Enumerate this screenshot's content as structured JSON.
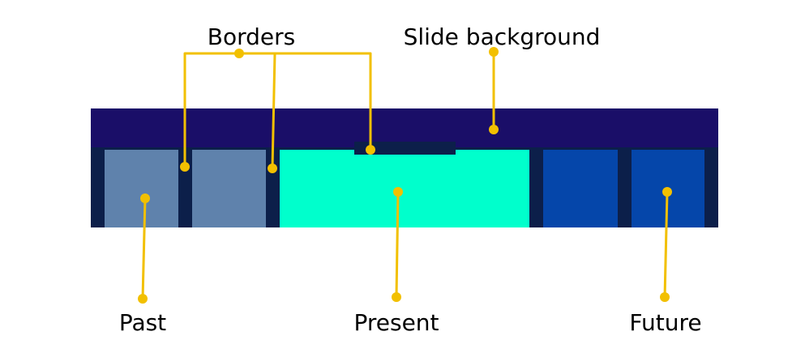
{
  "labels": {
    "borders": "Borders",
    "slide_background": "Slide background",
    "past": "Past",
    "present": "Present",
    "future": "Future"
  },
  "colors": {
    "slide_background": "#1a0e68",
    "border": "#0c1f4a",
    "past": "#5f82ac",
    "present": "#00ffcc",
    "future": "#0546aa",
    "present_marker": "#0c1f4a",
    "callout": "#f2c000",
    "text": "#000000"
  }
}
